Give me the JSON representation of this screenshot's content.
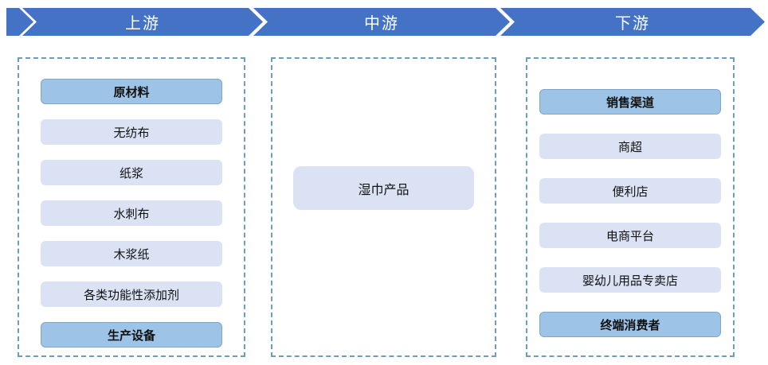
{
  "banners": [
    {
      "label": "上游"
    },
    {
      "label": "中游"
    },
    {
      "label": "下游"
    }
  ],
  "columns": [
    {
      "name": "upstream",
      "items": [
        {
          "label": "原材料",
          "type": "header"
        },
        {
          "label": "无纺布",
          "type": "item"
        },
        {
          "label": "纸浆",
          "type": "item"
        },
        {
          "label": "水刺布",
          "type": "item"
        },
        {
          "label": "木浆纸",
          "type": "item"
        },
        {
          "label": "各类功能性添加剂",
          "type": "item"
        },
        {
          "label": "生产设备",
          "type": "header"
        }
      ]
    },
    {
      "name": "midstream",
      "items": [
        {
          "label": "湿巾产品",
          "type": "product"
        }
      ]
    },
    {
      "name": "downstream",
      "items": [
        {
          "label": "销售渠道",
          "type": "header"
        },
        {
          "label": "商超",
          "type": "item"
        },
        {
          "label": "便利店",
          "type": "item"
        },
        {
          "label": "电商平台",
          "type": "item"
        },
        {
          "label": "婴幼儿用品专卖店",
          "type": "item"
        },
        {
          "label": "终端消费者",
          "type": "header"
        }
      ]
    }
  ],
  "colors": {
    "banner_blue": "#4472C4",
    "header_fill": "#9DC3E6",
    "header_border": "#7FA7CB",
    "item_fill": "#DAE2F3",
    "dashed_border": "#6D9EBB",
    "banner_text": "#FFFFFF",
    "chip_text": "#111111"
  }
}
